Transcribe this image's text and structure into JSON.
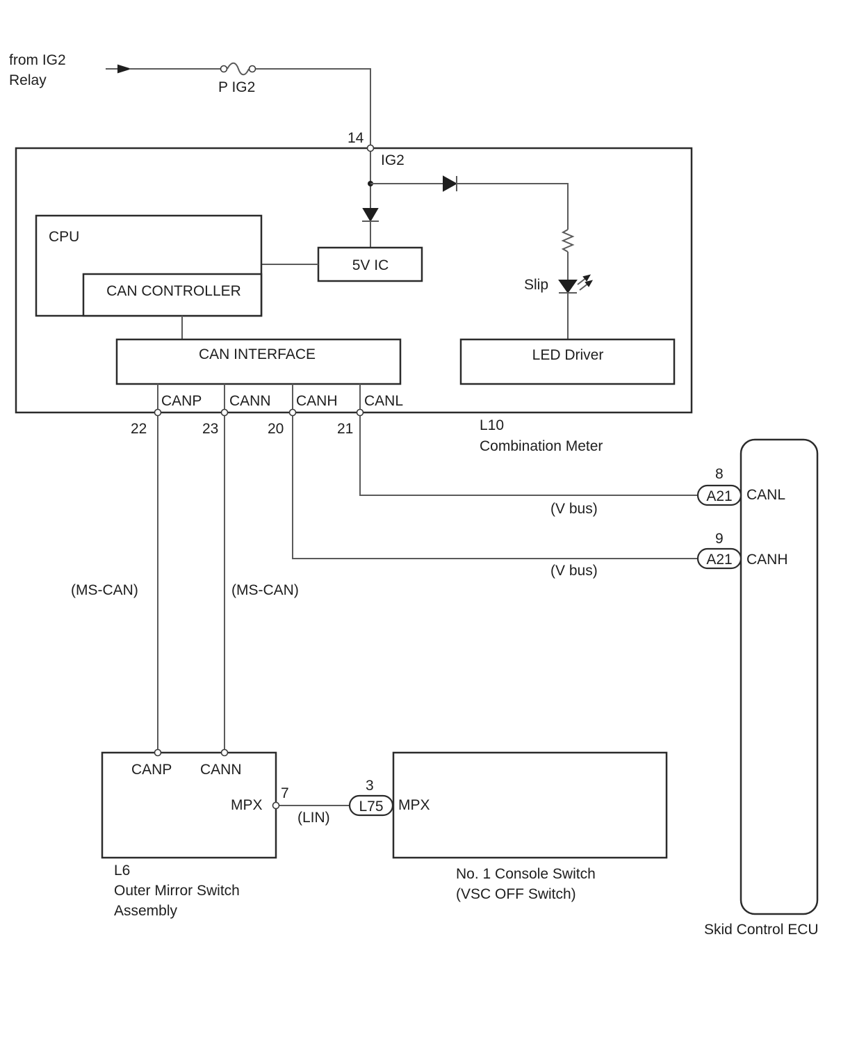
{
  "source": {
    "line1": "from IG2",
    "line2": "Relay"
  },
  "fuse": {
    "label": "P IG2"
  },
  "combination_meter": {
    "code": "L10",
    "name": "Combination Meter",
    "pin_ig2": "14",
    "ig2_label": "IG2",
    "cpu_label": "CPU",
    "can_controller_label": "CAN CONTROLLER",
    "ic_label": "5V IC",
    "can_interface_label": "CAN INTERFACE",
    "slip_label": "Slip",
    "led_driver_label": "LED Driver",
    "terminals": [
      {
        "label": "CANP",
        "pin": "22"
      },
      {
        "label": "CANN",
        "pin": "23"
      },
      {
        "label": "CANH",
        "pin": "20"
      },
      {
        "label": "CANL",
        "pin": "21"
      }
    ]
  },
  "buses": {
    "ms_can_1": "(MS-CAN)",
    "ms_can_2": "(MS-CAN)",
    "vbus_1": "(V bus)",
    "vbus_2": "(V bus)",
    "lin": "(LIN)"
  },
  "skid_control_ecu": {
    "name": "Skid Control ECU",
    "connector": "A21",
    "canl": {
      "pin": "8",
      "label": "CANL"
    },
    "canh": {
      "pin": "9",
      "label": "CANH"
    }
  },
  "outer_mirror_switch": {
    "code": "L6",
    "name_line1": "Outer Mirror Switch",
    "name_line2": "Assembly",
    "canp_label": "CANP",
    "cann_label": "CANN",
    "mpx_label": "MPX",
    "mpx_pin": "7"
  },
  "console_switch": {
    "connector": "L75",
    "pin": "3",
    "mpx_label": "MPX",
    "name_line1": "No. 1 Console Switch",
    "name_line2": "(VSC OFF Switch)"
  }
}
